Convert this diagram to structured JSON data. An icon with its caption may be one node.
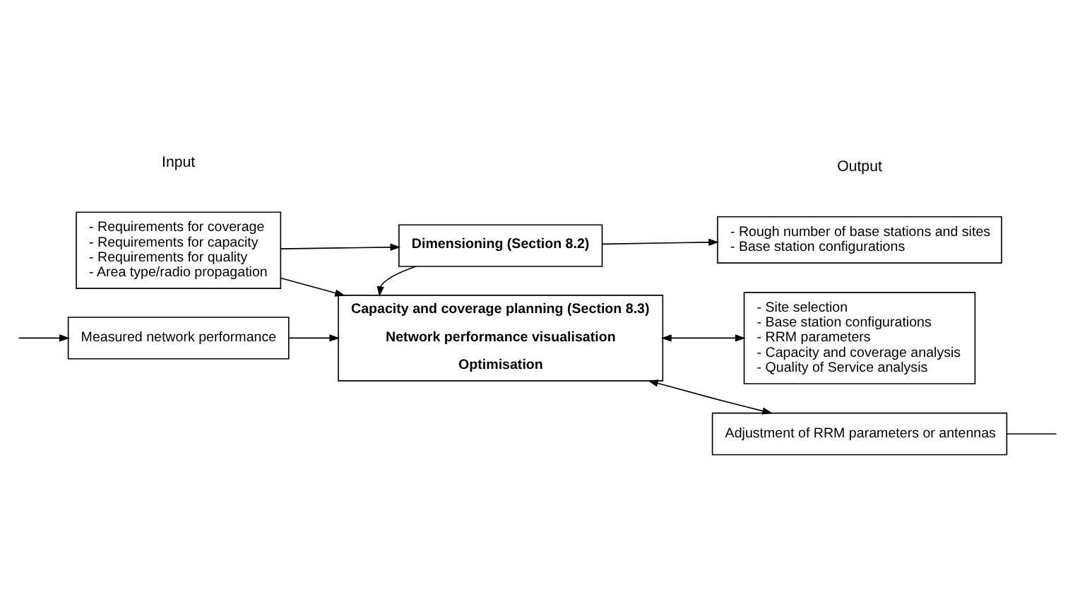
{
  "diagram": {
    "nodes": [
      {
        "text": [
          "- Requirements for coverage",
          "- Requirements for capacity",
          "- Requirements for quality",
          "- Area type/radio propagation"
        ]
      },
      {
        "text": [
          "Dimensioning (Section 8.2)"
        ]
      },
      {
        "text": [
          "- Rough number of base stations and sites",
          "- Base station configurations"
        ]
      },
      {
        "text": [
          "Capacity and coverage planning (Section 8.3)",
          "Network performance visualisation",
          "Optimisation"
        ]
      },
      {
        "text": [
          "- Site selection",
          "- Base station configurations",
          "- RRM parameters",
          "- Capacity and coverage analysis",
          "- Quality of Service analysis"
        ]
      },
      {
        "text": [
          "Measured network performance"
        ]
      },
      {
        "text": [
          "Adjustment of RRM parameters or antennas"
        ]
      }
    ],
    "edges": [
      {
        "from": 0,
        "to": 1,
        "arrow": "to"
      },
      {
        "from": 1,
        "to": 2,
        "arrow": "to"
      },
      {
        "from": 1,
        "to": 3,
        "arrow": "to"
      },
      {
        "from": 0,
        "to": 3,
        "arrow": "to"
      },
      {
        "from": 3,
        "to": 4,
        "arrow": "both"
      },
      {
        "from": 5,
        "to": 3,
        "arrow": "to"
      },
      {
        "from": 3,
        "to": 6,
        "arrow": "both"
      },
      {
        "from": null,
        "to": 5,
        "arrow": "to"
      },
      {
        "from": 6,
        "to": null,
        "arrow": "none"
      }
    ],
    "labels": [
      "Input",
      "Output"
    ]
  }
}
